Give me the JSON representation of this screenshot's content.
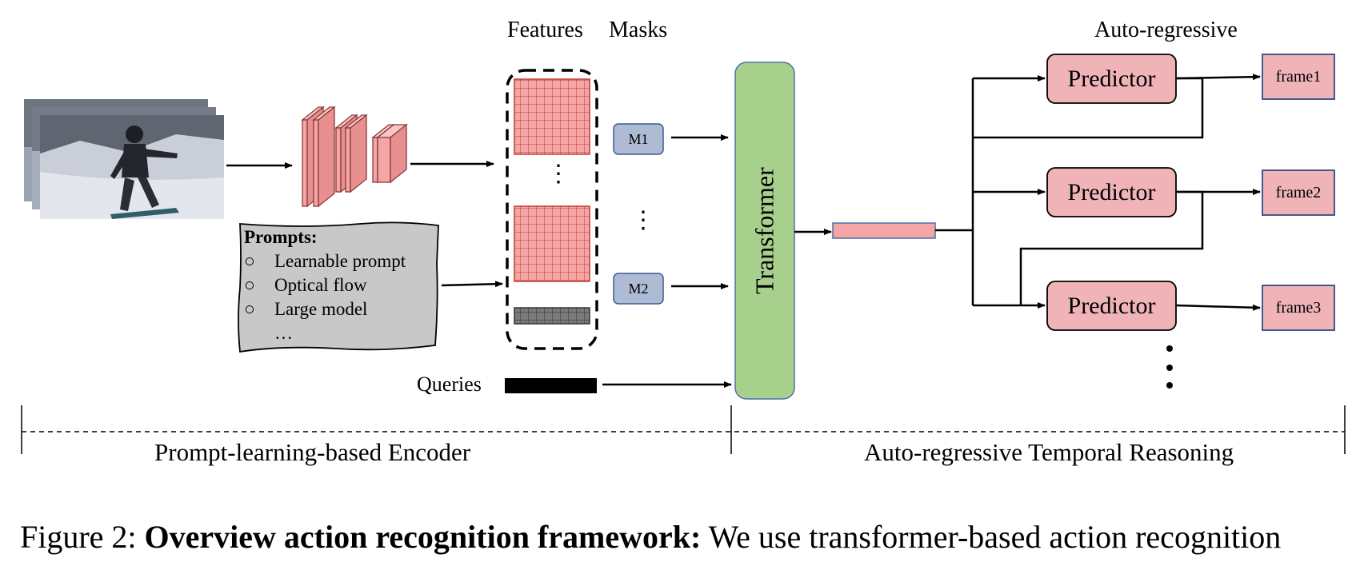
{
  "header": {
    "features": "Features",
    "masks": "Masks",
    "autoregressive": "Auto-regressive"
  },
  "prompts": {
    "title": "Prompts:",
    "bullet": "○",
    "items": [
      "Learnable prompt",
      "Optical flow",
      "Large model"
    ],
    "more": "…"
  },
  "masks": {
    "m1": "M1",
    "m2": "M2",
    "ellipsis": "⋮"
  },
  "features_ellipsis": "⋮",
  "queries": "Queries",
  "transformer": "Transformer",
  "predictors": [
    "Predictor",
    "Predictor",
    "Predictor"
  ],
  "frames": [
    "frame1",
    "frame2",
    "frame3"
  ],
  "sections": {
    "left": "Prompt-learning-based Encoder",
    "right": "Auto-regressive Temporal Reasoning"
  },
  "caption": {
    "prefix": "Figure 2: ",
    "bold": "Overview action recognition framework:",
    "rest": " We use transformer-based action recognition"
  },
  "colors": {
    "pink": "#f4a6a6",
    "pink_box": "#f0b4b8",
    "green": "#a8d08d",
    "mask_blue": "#aebbd4",
    "gray_box": "#c8c8c8",
    "frame_blue": "#2e4a87"
  }
}
